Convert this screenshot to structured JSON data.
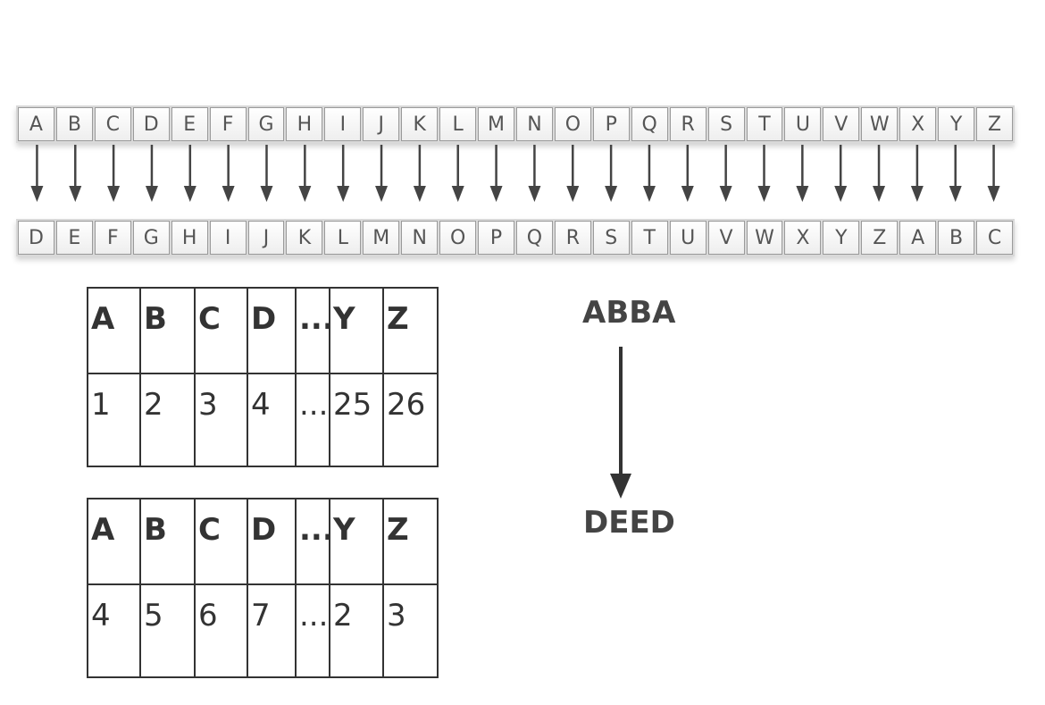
{
  "cipher_strip": {
    "plain": [
      "A",
      "B",
      "C",
      "D",
      "E",
      "F",
      "G",
      "H",
      "I",
      "J",
      "K",
      "L",
      "M",
      "N",
      "O",
      "P",
      "Q",
      "R",
      "S",
      "T",
      "U",
      "V",
      "W",
      "X",
      "Y",
      "Z"
    ],
    "shifted": [
      "D",
      "E",
      "F",
      "G",
      "H",
      "I",
      "J",
      "K",
      "L",
      "M",
      "N",
      "O",
      "P",
      "Q",
      "R",
      "S",
      "T",
      "U",
      "V",
      "W",
      "X",
      "Y",
      "Z",
      "A",
      "B",
      "C"
    ]
  },
  "table_1": {
    "headers": [
      "A",
      "B",
      "C",
      "D",
      "...",
      "Y",
      "Z"
    ],
    "values": [
      "1",
      "2",
      "3",
      "4",
      "...",
      "25",
      "26"
    ]
  },
  "table_2": {
    "headers": [
      "A",
      "B",
      "C",
      "D",
      "...",
      "Y",
      "Z"
    ],
    "values": [
      "4",
      "5",
      "6",
      "7",
      "...",
      "2",
      "3"
    ]
  },
  "example": {
    "input": "ABBA",
    "output": "DEED"
  }
}
